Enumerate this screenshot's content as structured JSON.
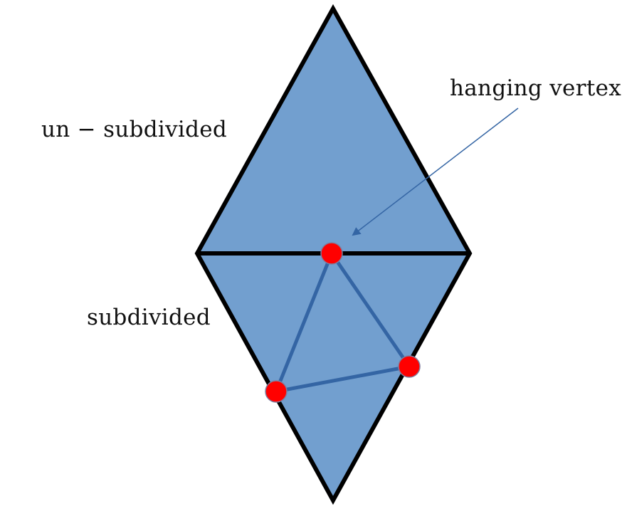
{
  "labels": {
    "top_triangle": "un − subdivided",
    "bottom_triangle": "subdivided",
    "annotation": "hanging vertex"
  },
  "colors": {
    "fill": "#729fcf",
    "outline": "#000000",
    "inner_edges": "#3465a4",
    "vertex_fill": "#ff0000",
    "vertex_stroke": "#7f7f9f",
    "arrow": "#3465a4"
  }
}
